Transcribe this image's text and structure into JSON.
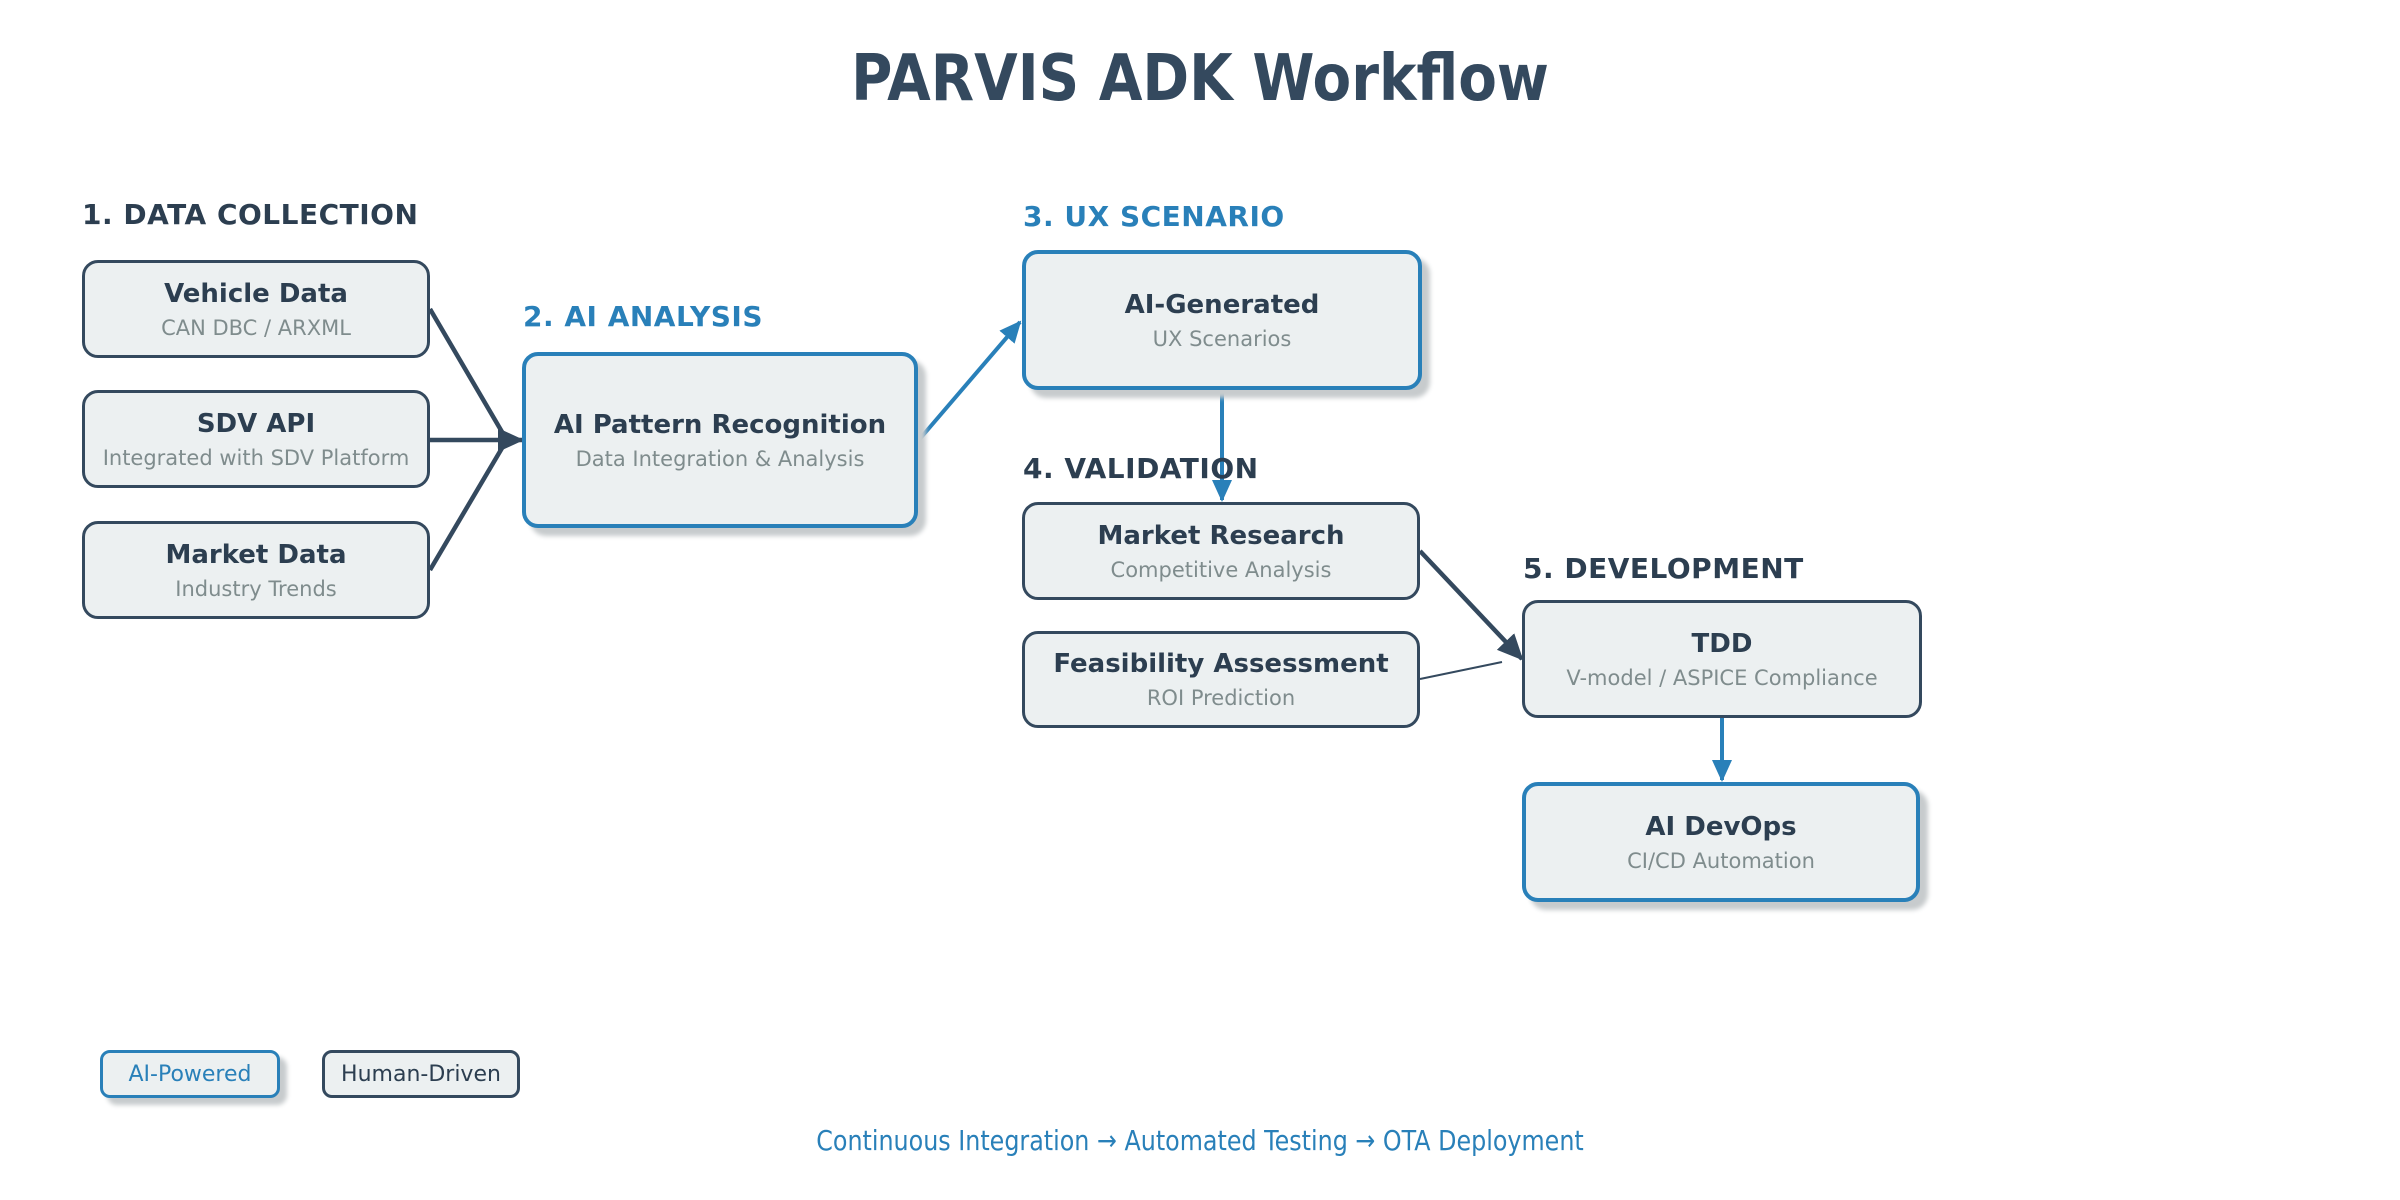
{
  "title": "PARVIS ADK Workflow",
  "colors": {
    "ai_accent": "#2980B9",
    "human_accent": "#34495E",
    "node_fill": "#ECF0F1",
    "title_text": "#34495E",
    "node_title_text": "#2C3E50",
    "node_subtitle_text": "#7F8C8D"
  },
  "sections": [
    {
      "label": "1. DATA COLLECTION",
      "color": "dark"
    },
    {
      "label": "2. AI ANALYSIS",
      "color": "blue"
    },
    {
      "label": "3. UX SCENARIO",
      "color": "blue"
    },
    {
      "label": "4. VALIDATION",
      "color": "dark"
    },
    {
      "label": "5. DEVELOPMENT",
      "color": "dark"
    }
  ],
  "nodes": [
    {
      "id": "vehicle-data",
      "title": "Vehicle Data",
      "subtitle": "CAN DBC / ARXML",
      "type": "human"
    },
    {
      "id": "sdv-api",
      "title": "SDV API",
      "subtitle": "Integrated with SDV Platform",
      "type": "human"
    },
    {
      "id": "market-data",
      "title": "Market Data",
      "subtitle": "Industry Trends",
      "type": "human"
    },
    {
      "id": "ai-pattern-recognition",
      "title": "AI Pattern Recognition",
      "subtitle": "Data Integration & Analysis",
      "type": "ai"
    },
    {
      "id": "ai-generated",
      "title": "AI-Generated",
      "subtitle": "UX Scenarios",
      "type": "ai"
    },
    {
      "id": "market-research",
      "title": "Market Research",
      "subtitle": "Competitive Analysis",
      "type": "human"
    },
    {
      "id": "feasibility-assessment",
      "title": "Feasibility Assessment",
      "subtitle": "ROI Prediction",
      "type": "human"
    },
    {
      "id": "tdd",
      "title": "TDD",
      "subtitle": "V-model / ASPICE Compliance",
      "type": "human"
    },
    {
      "id": "ai-devops",
      "title": "AI DevOps",
      "subtitle": "CI/CD Automation",
      "type": "ai"
    }
  ],
  "edges": [
    {
      "from": "vehicle-data",
      "to": "ai-pattern-recognition",
      "color": "dark"
    },
    {
      "from": "sdv-api",
      "to": "ai-pattern-recognition",
      "color": "dark"
    },
    {
      "from": "market-data",
      "to": "ai-pattern-recognition",
      "color": "dark"
    },
    {
      "from": "ai-pattern-recognition",
      "to": "ai-generated",
      "color": "blue"
    },
    {
      "from": "ai-generated",
      "to": "market-research",
      "color": "blue"
    },
    {
      "from": "market-research",
      "to": "tdd",
      "color": "dark"
    },
    {
      "from": "feasibility-assessment",
      "to": "tdd",
      "color": "dark-thin"
    },
    {
      "from": "tdd",
      "to": "ai-devops",
      "color": "blue"
    }
  ],
  "legend": [
    {
      "label": "AI-Powered",
      "type": "ai"
    },
    {
      "label": "Human-Driven",
      "type": "human"
    }
  ],
  "footer": "Continuous Integration → Automated Testing → OTA Deployment"
}
